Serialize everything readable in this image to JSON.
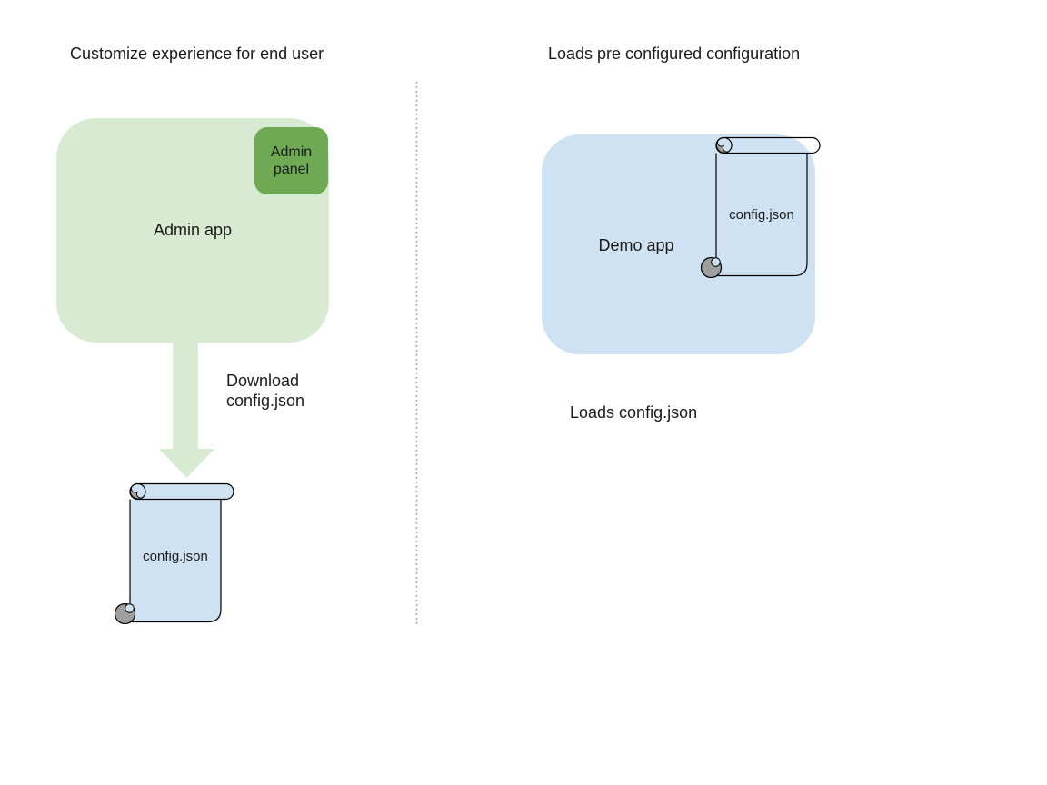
{
  "left_section": {
    "title": "Customize experience for end user",
    "admin_app_label": "Admin app",
    "admin_panel_label": "Admin panel",
    "arrow_caption": "Download config.json",
    "config_file_label": "config.json"
  },
  "right_section": {
    "title": "Loads pre configured configuration",
    "demo_app_label": "Demo app",
    "config_file_label": "config.json",
    "caption": "Loads config.json"
  },
  "colors": {
    "admin_app_fill": "#d9ead3",
    "admin_panel_fill": "#6fa953",
    "arrow_fill": "#d9ead3",
    "file_fill": "#cfe2f3",
    "demo_app_fill": "#cfe2f3",
    "curl_gray": "#9e9e9e",
    "outline": "#000000",
    "divider_gray": "#9e9e9e",
    "text": "#1a1a1a"
  }
}
